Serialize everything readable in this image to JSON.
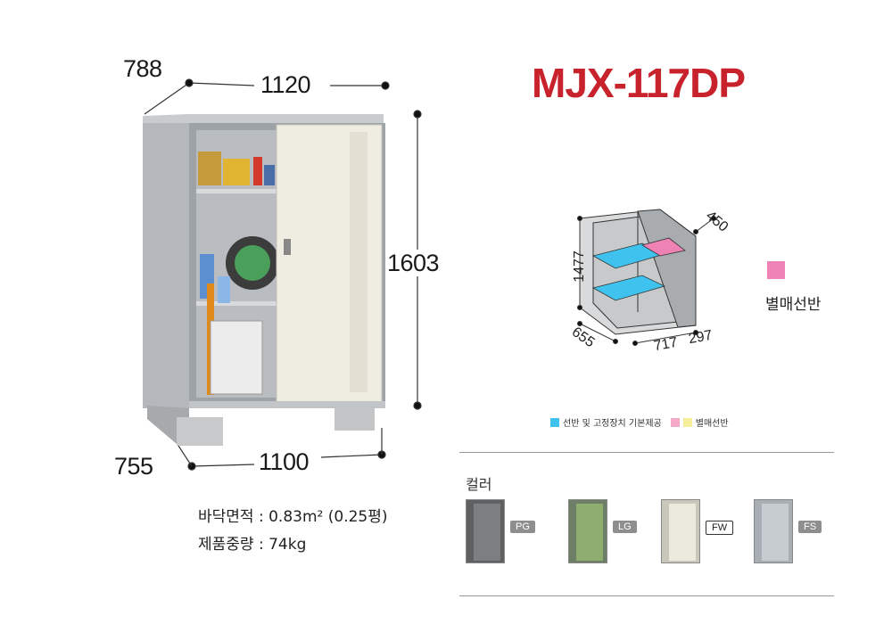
{
  "model": {
    "name": "MJX-117DP",
    "color": "#c8232c"
  },
  "main_dims": {
    "top_depth": "788",
    "top_width": "1120",
    "height": "1603",
    "bottom_depth": "755",
    "bottom_width": "1100"
  },
  "specs": {
    "floor_area": "바닥면적 : 0.83m² (0.25평)",
    "weight": "제품중량 : 74kg"
  },
  "interior_dims": {
    "height": "1477",
    "shelf_depth": "450",
    "depth": "655",
    "width": "717",
    "side_width": "297"
  },
  "side_legend": {
    "label": "별매선반",
    "color": "#ee82b4"
  },
  "legend": [
    {
      "label": "선반 및 고정장치 기본제공",
      "color": "#3fc3ee"
    },
    {
      "label": "별매선반",
      "color": "#f4a9c9"
    },
    {
      "label": "",
      "color": "#f5ee9b"
    }
  ],
  "colors": {
    "title": "컬러",
    "items": [
      {
        "code": "PG",
        "door": "#7d7e7f",
        "frame": "#5f6061"
      },
      {
        "code": "LG",
        "door": "#8fad6e",
        "frame": "#6e7f68"
      },
      {
        "code": "FW",
        "door": "#ece9de",
        "frame": "#c9c6bb"
      },
      {
        "code": "FS",
        "door": "#c7ccd0",
        "frame": "#a8aeb3"
      }
    ]
  }
}
